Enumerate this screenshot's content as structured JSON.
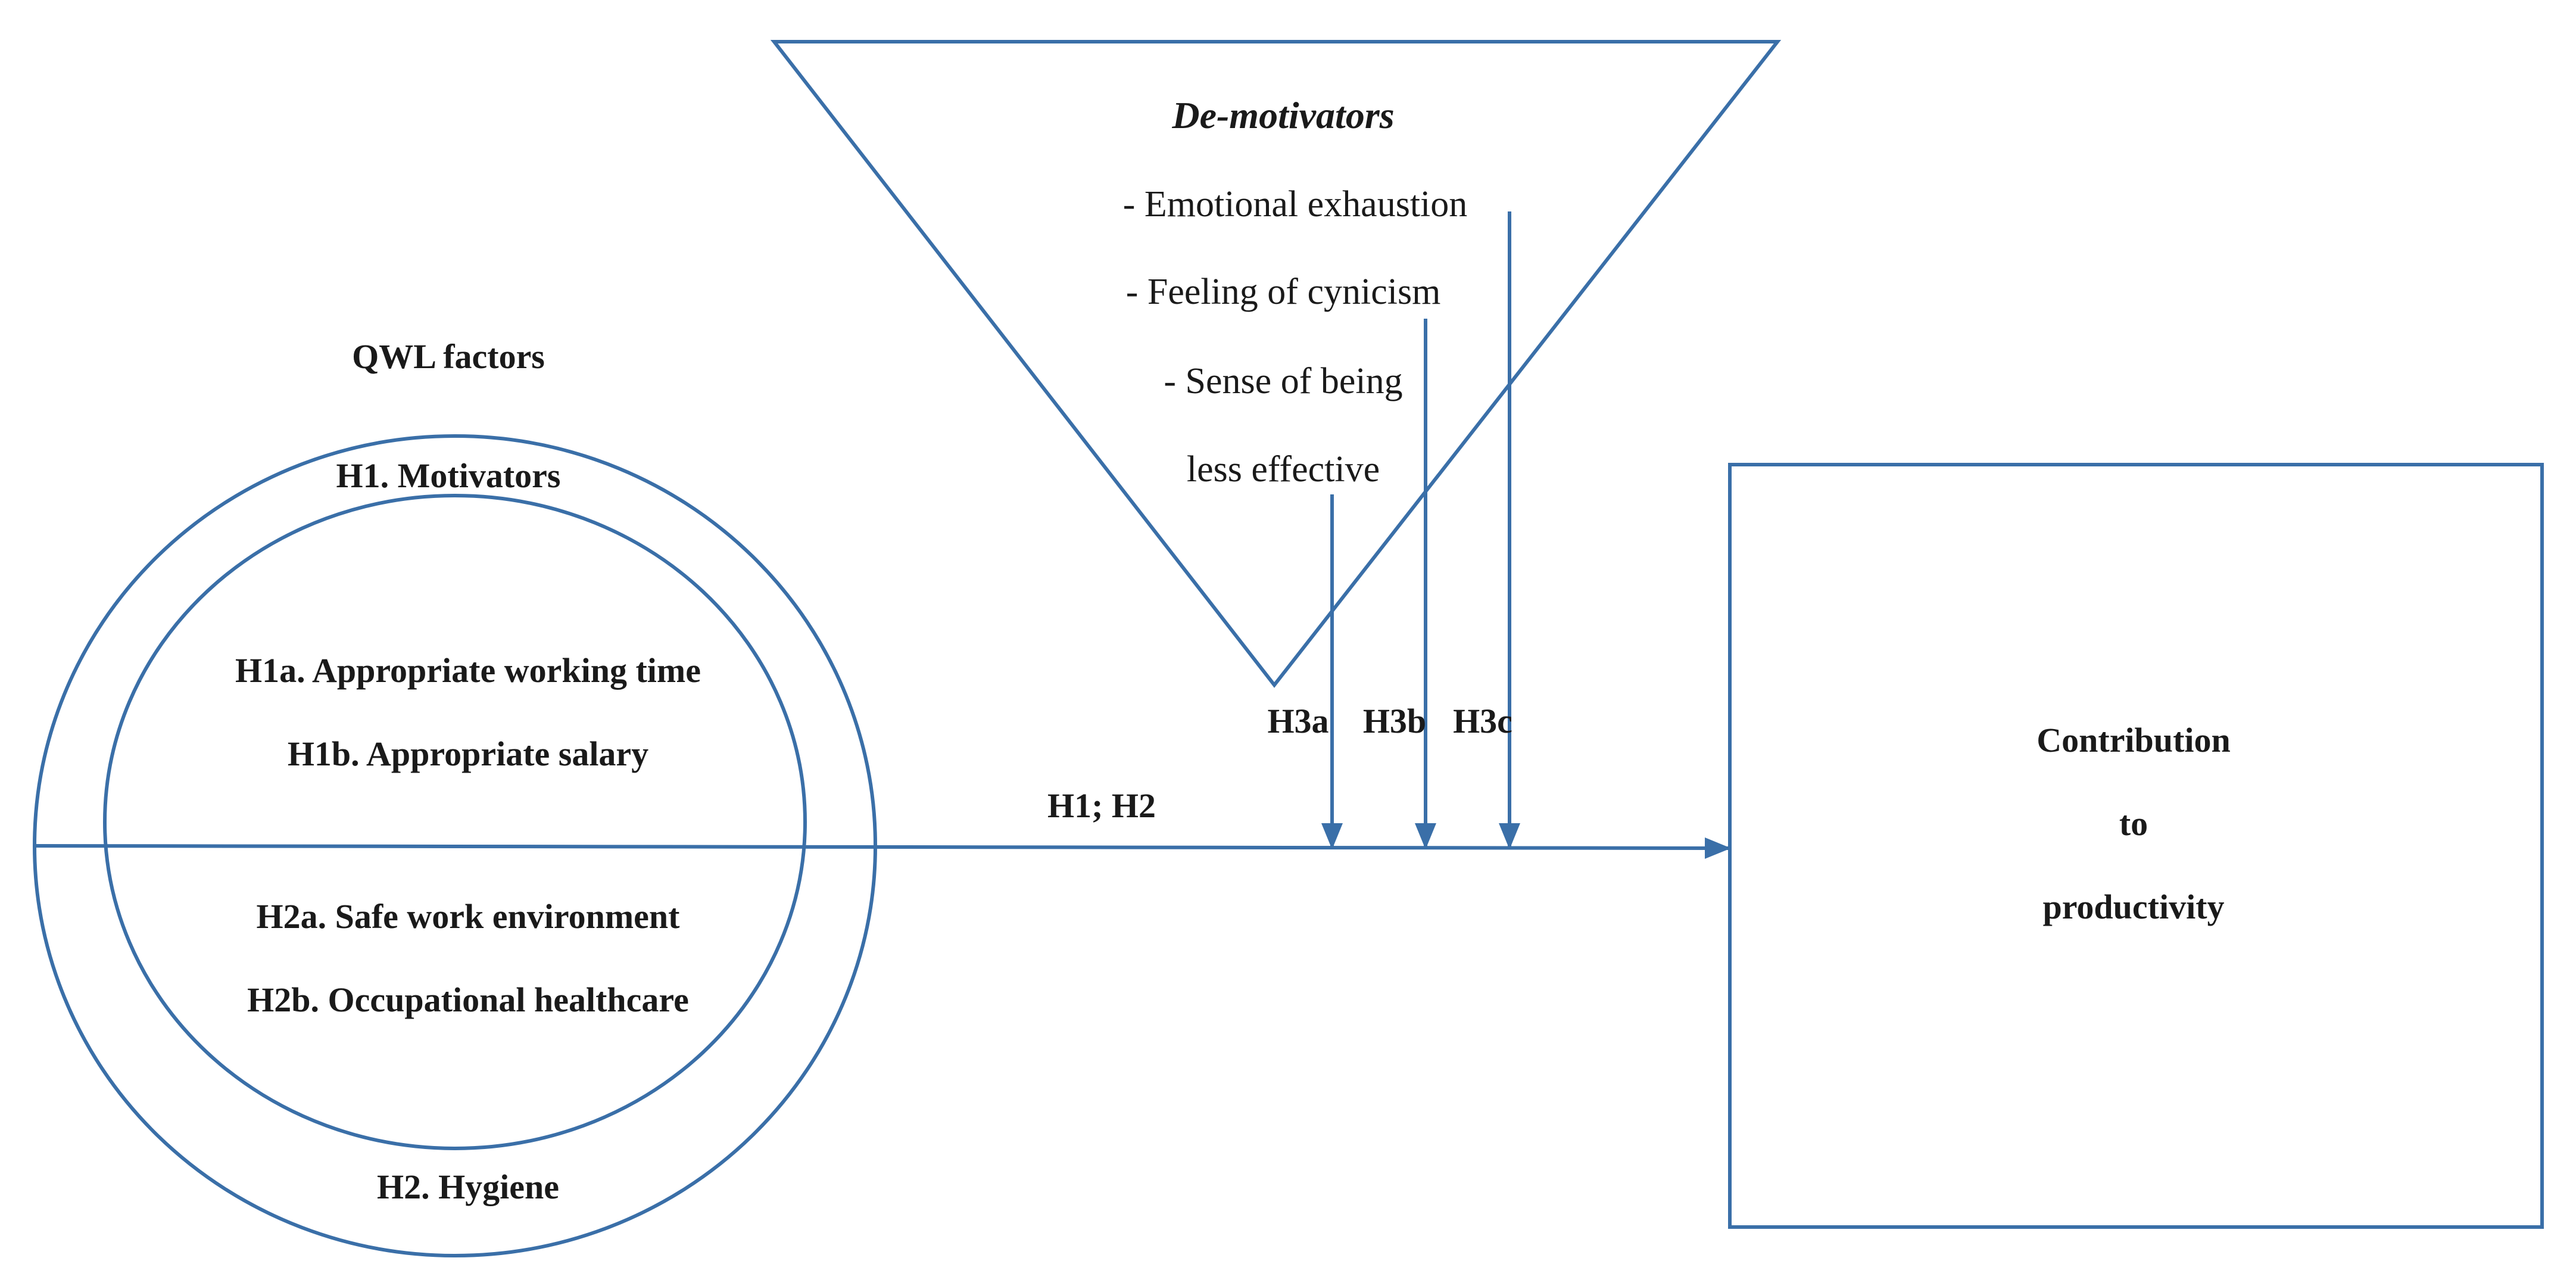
{
  "colors": {
    "stroke": "#3a6fa8",
    "text": "#1a1a1a",
    "background": "#ffffff"
  },
  "qwl": {
    "title": "QWL factors",
    "motivators": "H1. Motivators",
    "h1a": "H1a. Appropriate working time",
    "h1b": "H1b. Appropriate salary",
    "h2a": "H2a. Safe work environment",
    "h2b": "H2b. Occupational healthcare",
    "hygiene": "H2. Hygiene"
  },
  "demotivators": {
    "title": "De-motivators",
    "items": [
      "- Emotional exhaustion",
      "- Feeling of cynicism",
      "- Sense of being",
      "less effective"
    ]
  },
  "paths": {
    "main": "H1; H2",
    "h3a": "H3a",
    "h3b": "H3b",
    "h3c": "H3c"
  },
  "outcome": {
    "lines": [
      "Contribution",
      "to",
      "productivity"
    ]
  }
}
